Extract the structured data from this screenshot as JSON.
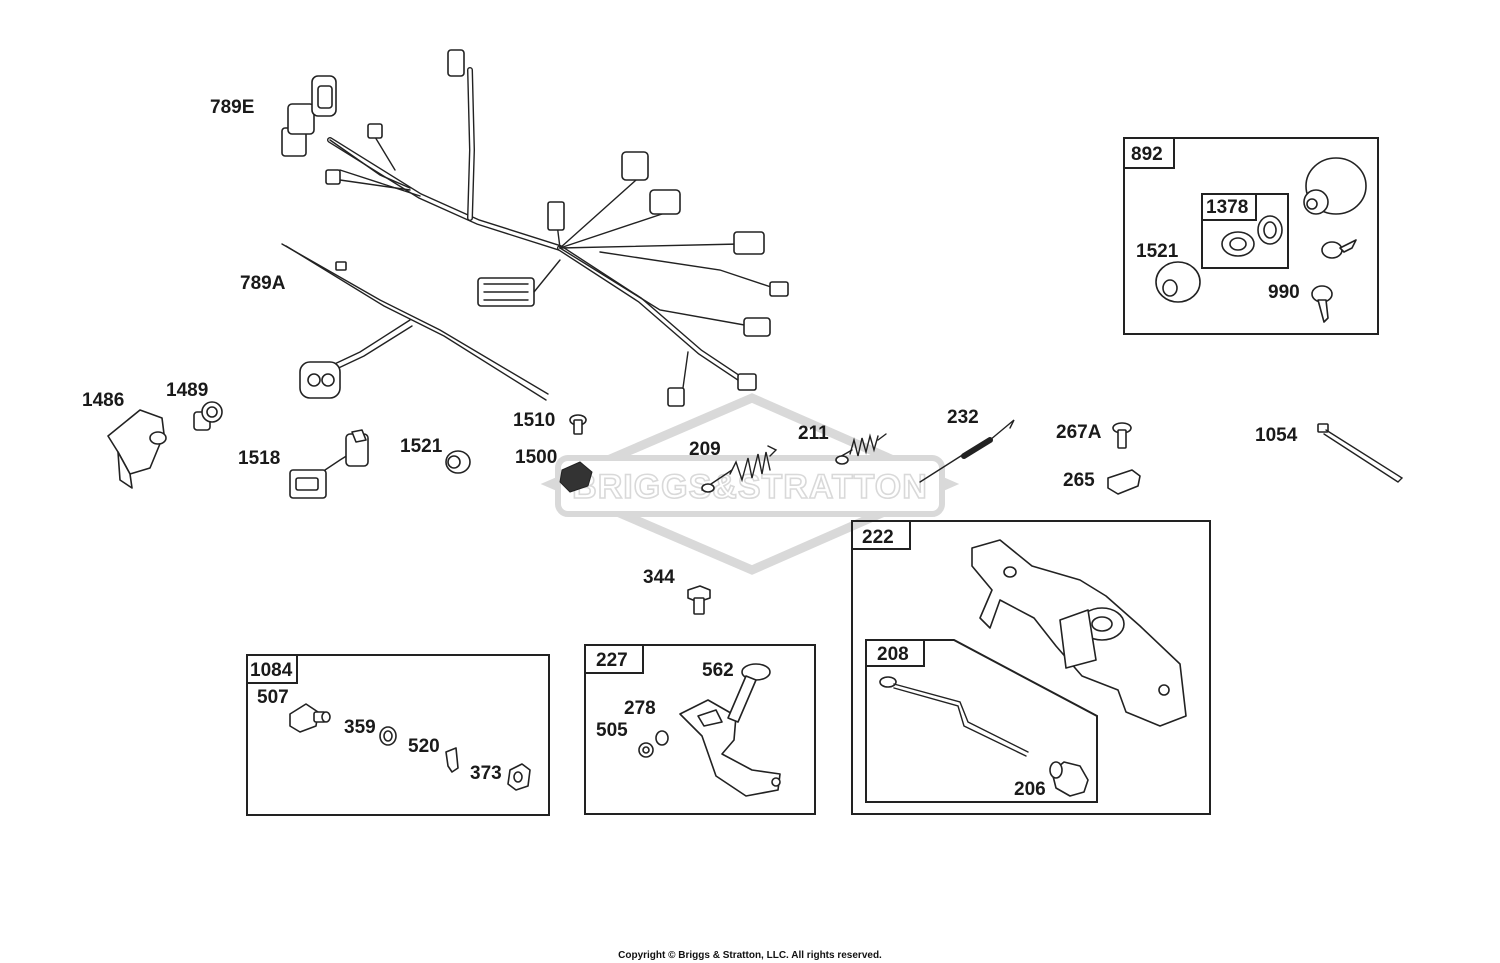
{
  "watermark": {
    "brand_text": "BRIGGS&STRATTON"
  },
  "footer": {
    "copyright": "Copyright © Briggs & Stratton, LLC. All rights reserved."
  },
  "callouts": {
    "c789E": "789E",
    "c789A": "789A",
    "c1486": "1486",
    "c1489": "1489",
    "c1518": "1518",
    "c1521a": "1521",
    "c1510": "1510",
    "c1500": "1500",
    "c209": "209",
    "c211": "211",
    "c232": "232",
    "c267A": "267A",
    "c265": "265",
    "c1054": "1054",
    "c344": "344",
    "c1521b": "1521",
    "c990": "990",
    "c507": "507",
    "c359": "359",
    "c520": "520",
    "c373": "373",
    "c562": "562",
    "c278": "278",
    "c505": "505",
    "c206": "206"
  },
  "groups": {
    "g892": "892",
    "g1378": "1378",
    "g1084": "1084",
    "g227": "227",
    "g222": "222",
    "g208": "208"
  }
}
